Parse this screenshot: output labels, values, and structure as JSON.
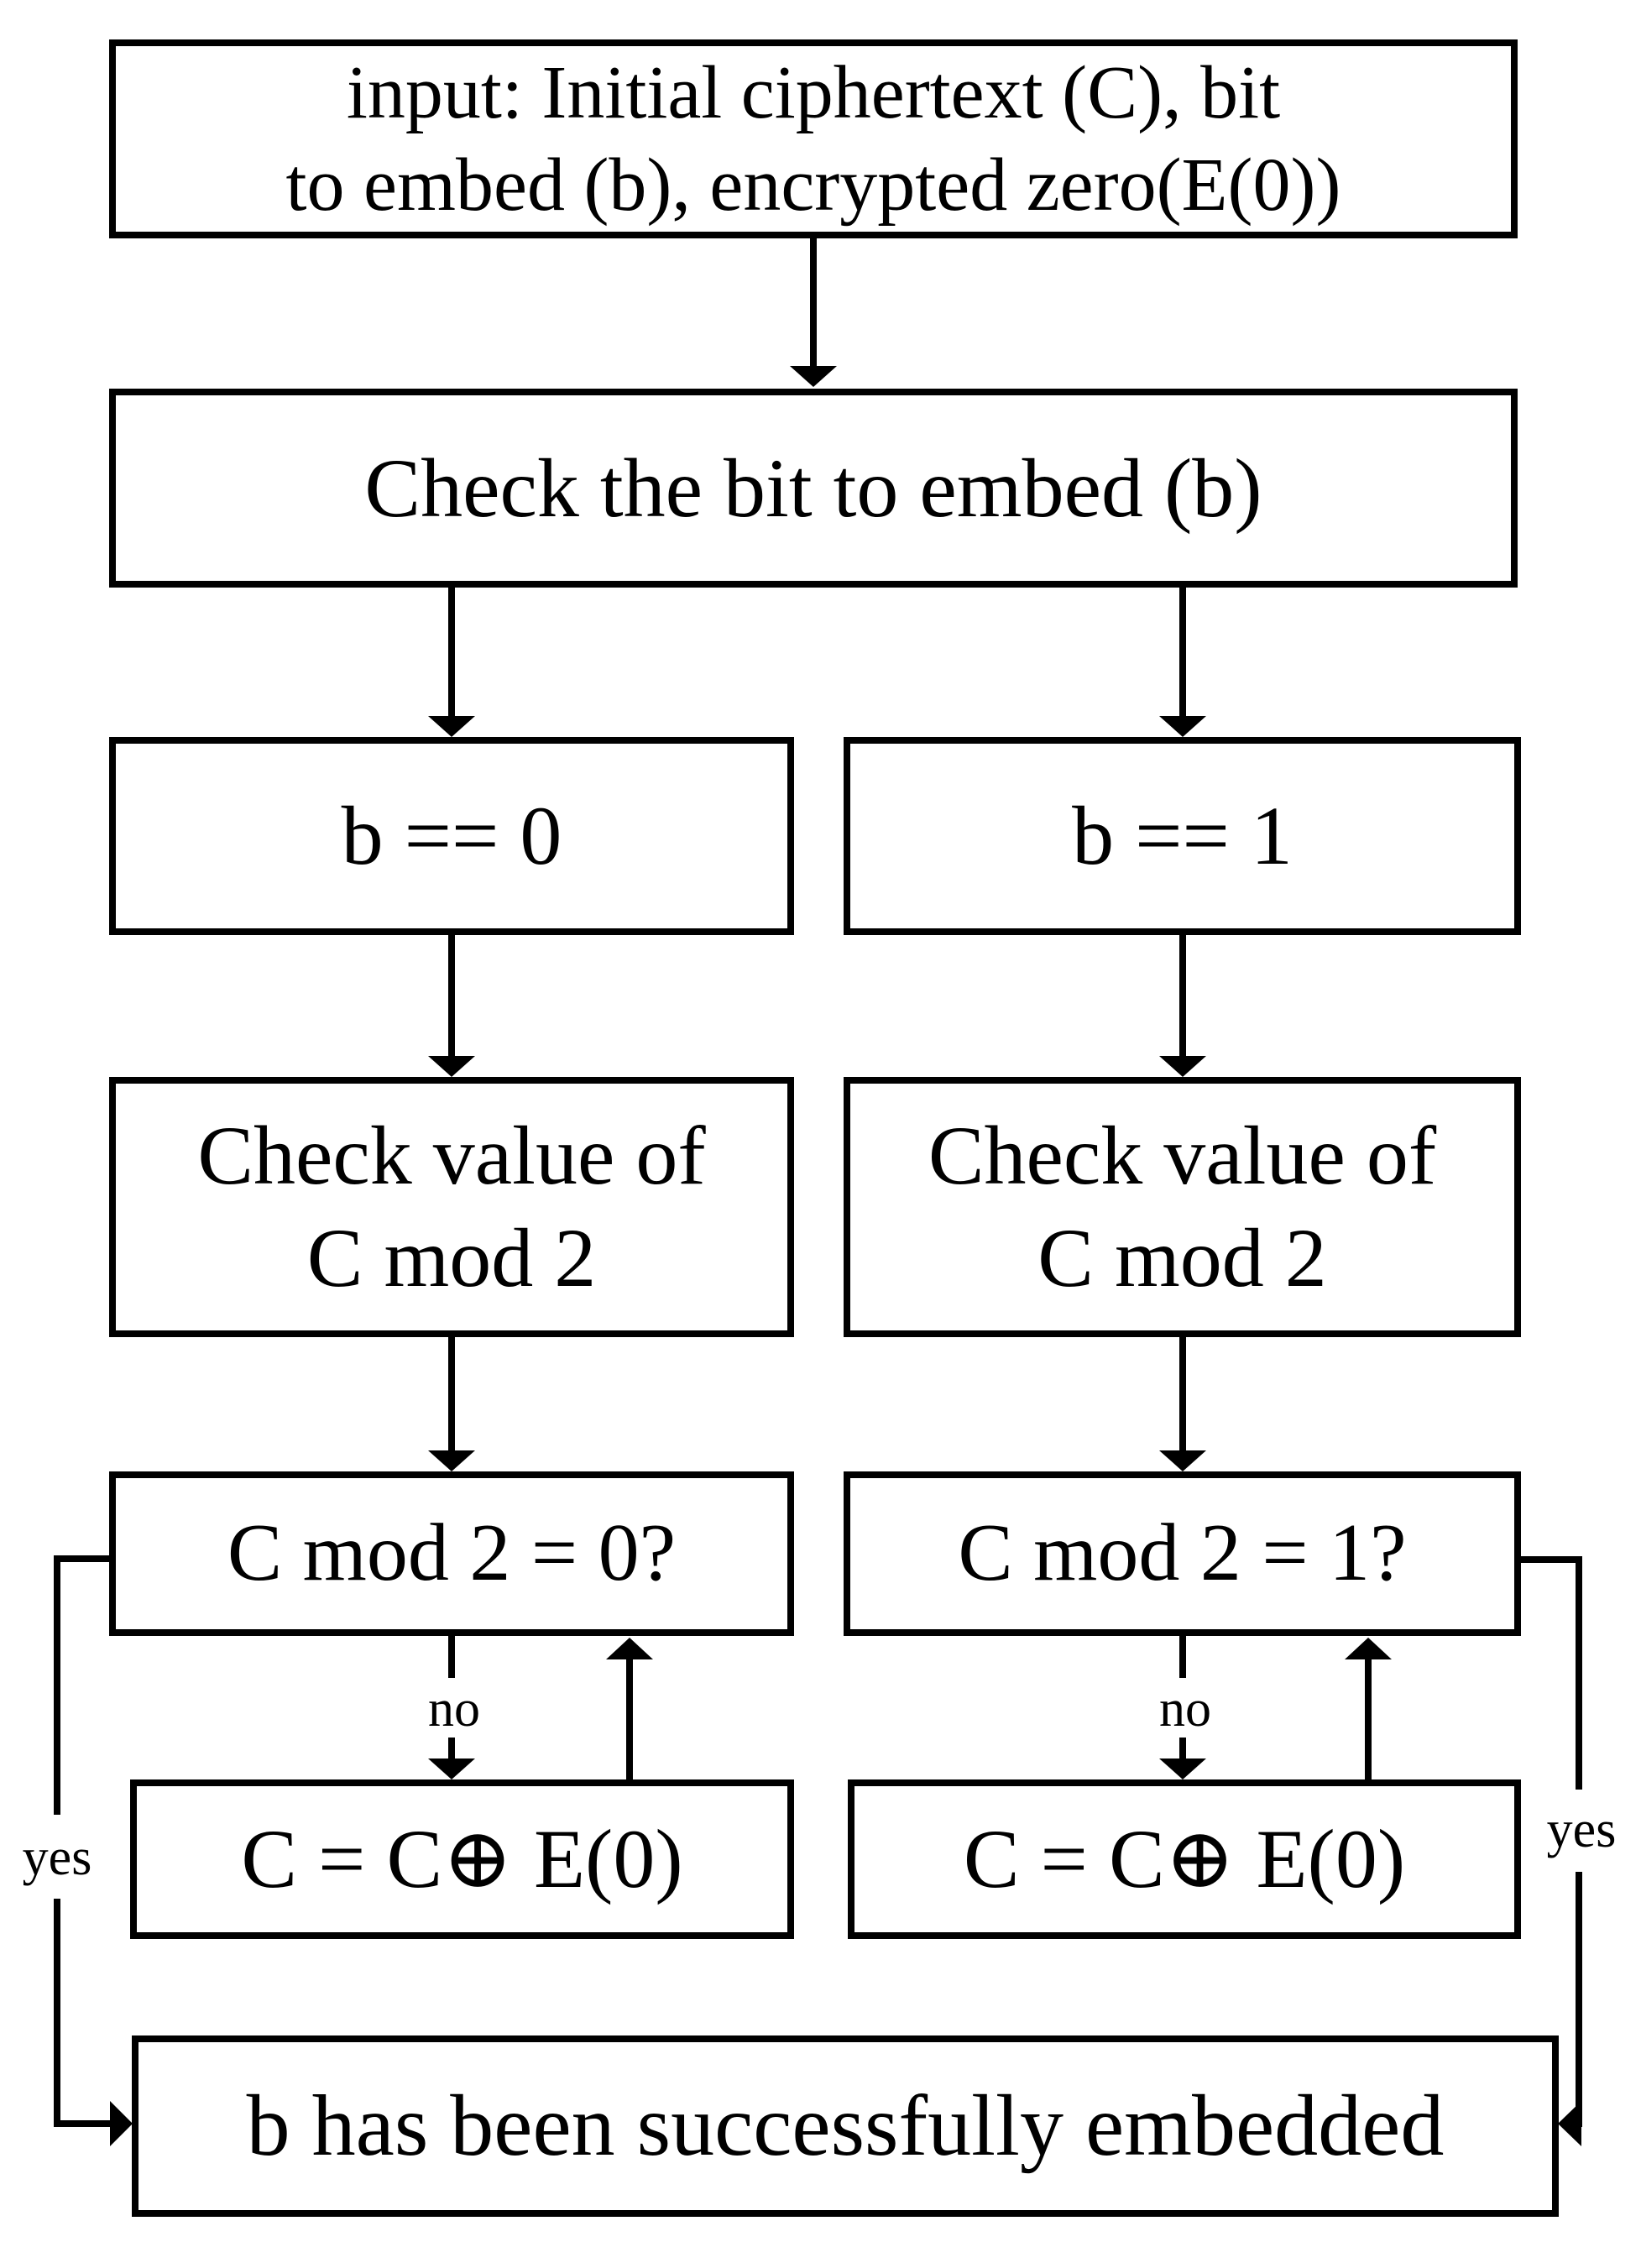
{
  "flowchart": {
    "nodes": {
      "input": {
        "line1": "input: Initial ciphertext (C), bit",
        "line2": "to embed (b), encrypted zero(E(0))"
      },
      "check_bit": {
        "label": "Check the bit to embed (b)"
      },
      "b_equals_0": {
        "label": "b == 0"
      },
      "b_equals_1": {
        "label": "b == 1"
      },
      "check_value_left": {
        "line1": "Check value of",
        "line2": "C mod 2"
      },
      "check_value_right": {
        "line1": "Check value of",
        "line2": "C mod 2"
      },
      "cond_left": {
        "label": "C mod 2 = 0?"
      },
      "cond_right": {
        "label": "C mod 2 = 1?"
      },
      "xor_left": {
        "label": "C = C⊕ E(0)"
      },
      "xor_right": {
        "label": "C = C⊕ E(0)"
      },
      "done": {
        "label": "b has been successfully embedded"
      }
    },
    "edge_labels": {
      "no_left": "no",
      "no_right": "no",
      "yes_left": "yes",
      "yes_right": "yes"
    },
    "colors": {
      "line": "#000000",
      "box_border": "#000000",
      "box_fill": "#ffffff",
      "text": "#000000",
      "background": "#ffffff"
    }
  }
}
